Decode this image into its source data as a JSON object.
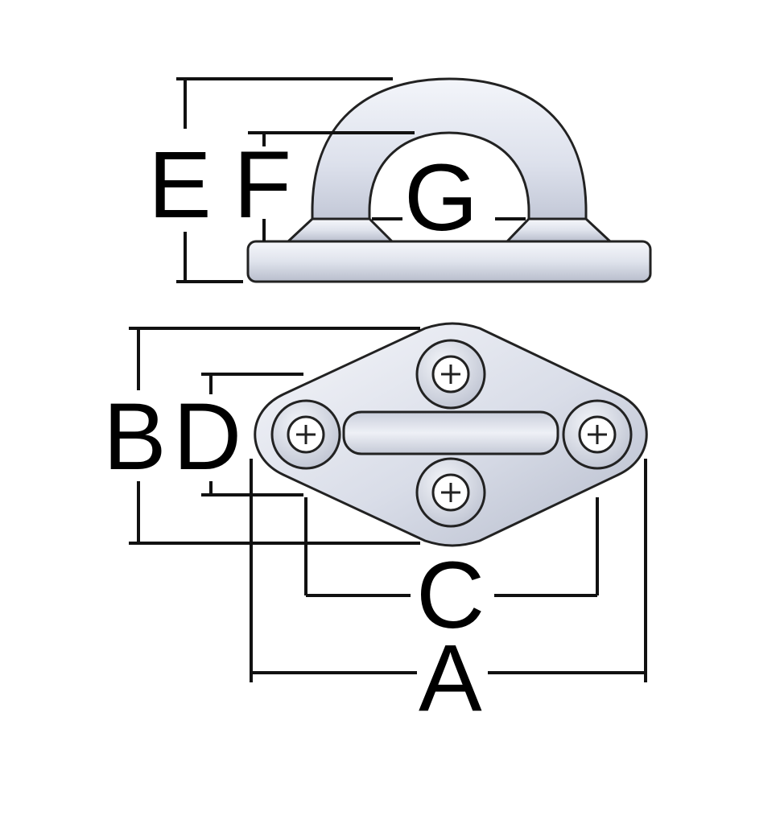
{
  "diagram": {
    "labels": {
      "A": "A",
      "B": "B",
      "C": "C",
      "D": "D",
      "E": "E",
      "F": "F",
      "G": "G"
    },
    "colors": {
      "metal_light": "#f4f6fb",
      "metal_mid": "#d6dbe8",
      "metal_dark": "#aeb4c6",
      "line": "#111111",
      "background": "#ffffff"
    }
  }
}
